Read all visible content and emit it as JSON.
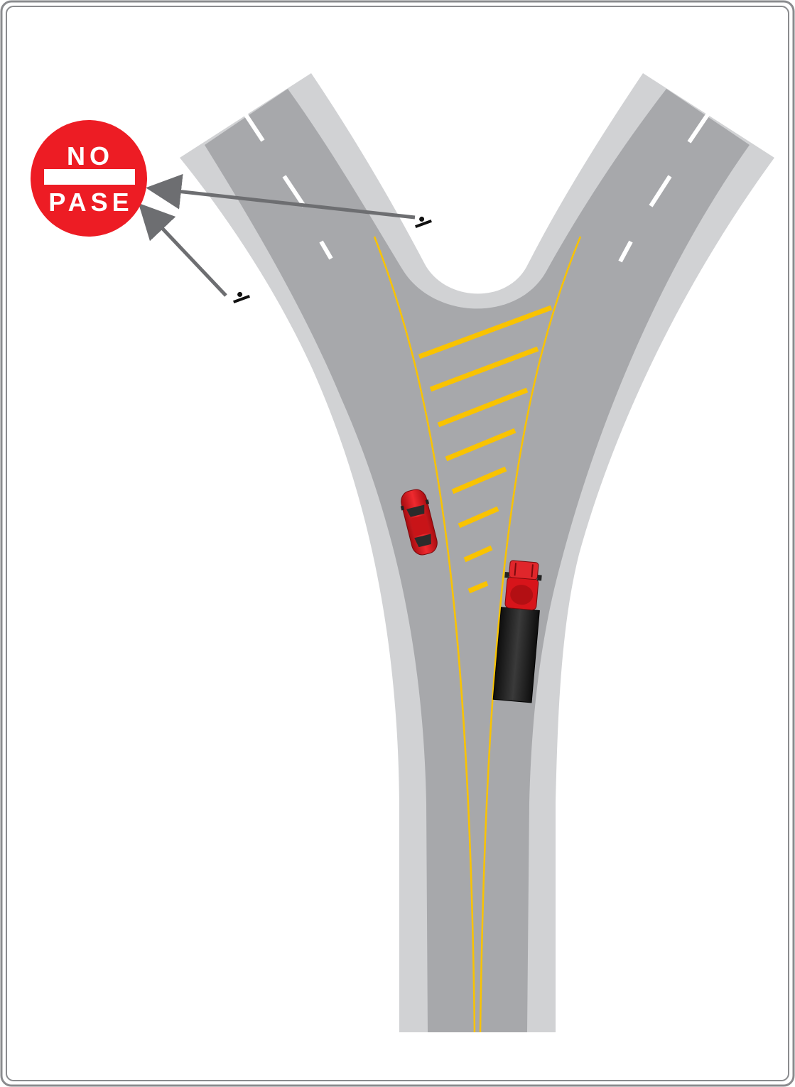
{
  "diagram": {
    "colors": {
      "frame": "#8a8b8e",
      "shoulder": "#d1d2d4",
      "pavement": "#a7a8ab",
      "lane_dash": "#ffffff",
      "center_line": "#f9c301",
      "arrow": "#6d6e71",
      "sign": "#ed1c24",
      "car": "#d7141a",
      "truck_cab": "#d7141a",
      "trailer": "#1c1c1c"
    },
    "sign": {
      "line1": "NO",
      "line2": "PASE",
      "shape": "red-circle-with-white-bar"
    },
    "road": {
      "layout": "Y-fork",
      "gore_markings": "yellow-diagonal-stripes",
      "gore_stripe_count": 8
    },
    "vehicles": [
      {
        "kind": "car",
        "color": "red"
      },
      {
        "kind": "semi-truck",
        "cab_color": "red",
        "trailer_color": "black"
      }
    ],
    "icons": [
      "sign-post-icon",
      "sign-post-icon"
    ]
  }
}
